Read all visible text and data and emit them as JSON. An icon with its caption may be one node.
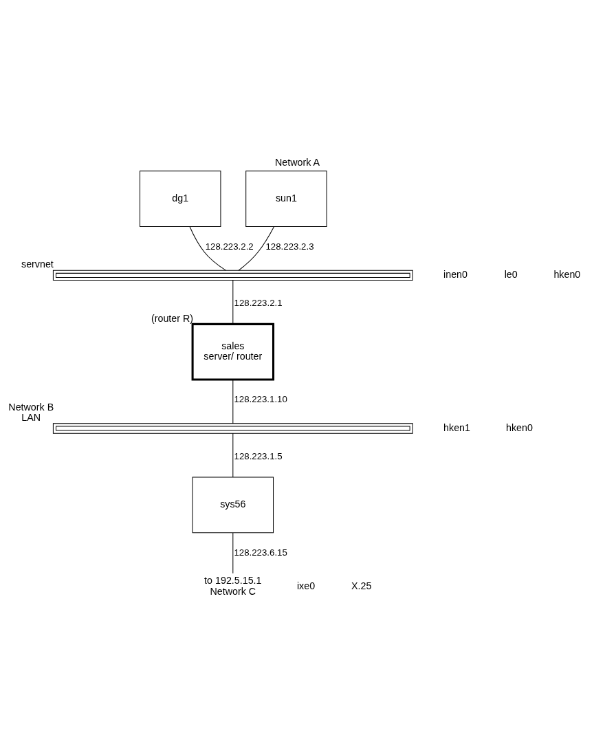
{
  "diagram": {
    "title": "Network A",
    "nodes": [
      {
        "text": [
          "dg1"
        ]
      },
      {
        "text": [
          "sun1"
        ]
      },
      {
        "text": [],
        "shape": "bar",
        "beside": [
          "servnet"
        ]
      },
      {
        "text": [
          "sales",
          "server/ router"
        ],
        "beside": [
          "(router R)"
        ]
      },
      {
        "text": [],
        "shape": "bar",
        "beside": [
          "Network B",
          "LAN"
        ]
      },
      {
        "text": [
          "sys56"
        ]
      },
      {
        "text": [
          "to 192.5.15.1",
          "Network C"
        ]
      }
    ],
    "edges": [
      {
        "from": 0,
        "to": 2,
        "arrow": "none",
        "label": "128.223.2.2"
      },
      {
        "from": 1,
        "to": 2,
        "arrow": "none",
        "label": "128.223.2.3"
      },
      {
        "from": 3,
        "to": 2,
        "arrow": "none",
        "label": "128.223.2.1"
      },
      {
        "from": 3,
        "to": 4,
        "arrow": "none",
        "label": "128.223.1.10"
      },
      {
        "from": 5,
        "to": 4,
        "arrow": "none",
        "label": "128.223.1.5"
      },
      {
        "from": 5,
        "to": 6,
        "arrow": "none",
        "label": "128.223.6.15"
      }
    ],
    "labels": [
      "inen0",
      "le0",
      "hken0",
      "hken1",
      "hken0",
      "ixe0",
      "X.25"
    ]
  }
}
